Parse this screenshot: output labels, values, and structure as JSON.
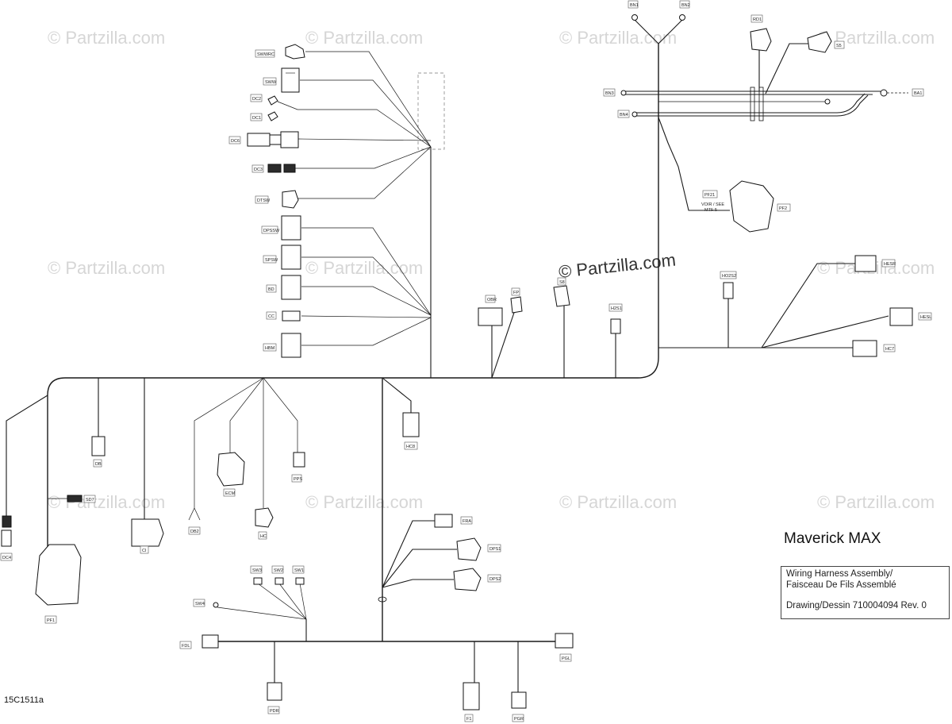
{
  "title": "Maverick MAX",
  "info_box": {
    "line1": "Wiring Harness Assembly/",
    "line2": "Faisceau De Fils Assemblé",
    "drawing": "Drawing/Dessin 710004094 Rev. 0"
  },
  "figure_number": "15C1511a",
  "watermark": "© Partzilla.com",
  "watermark_center": "© Partzilla.com",
  "connectors": {
    "swwrc": "SWWRC",
    "sww": "SWW",
    "dc2": "DC2",
    "dc1": "DC1",
    "dc6": "DC6",
    "dc3": "DC3",
    "dtsw": "DTSW",
    "dpssw": "DPSSW",
    "spsw": "SPSW",
    "bd": "BD",
    "cc": "CC",
    "hbm": "HBM",
    "bn1": "BN1",
    "bn2": "BN2",
    "rd1": "RD1",
    "s5": "S5",
    "bn3": "BN3",
    "ba1": "BA1",
    "bn4": "BN4",
    "pf21": "PF21",
    "pf2": "PF2",
    "voir": "VOIR / SEE",
    "mtf": "MTF 5",
    "obr": "OBR",
    "fp": "FP",
    "s8": "S8",
    "h2s1": "H2S1",
    "ho2s2": "HO2S2",
    "hesr": "HESR",
    "hesl": "HESL",
    "hc7": "HC7",
    "db": "DB",
    "ecm": "ECM",
    "pps": "PPS",
    "hc8": "HC8",
    "sd7": "SD7",
    "db2": "DB2",
    "hc": "HC",
    "ci": "CI",
    "dc4": "DC4",
    "pf1": "PF1",
    "fra": "FRA",
    "dps1": "DPS1",
    "dps2": "DPS2",
    "sw3": "SW3",
    "sw2": "SW2",
    "sw1": "SW1",
    "sw4": "SW4",
    "fdl": "FDL",
    "pdr": "PDR",
    "f1": "F1",
    "pgr": "PGR",
    "pgl": "PGL"
  }
}
